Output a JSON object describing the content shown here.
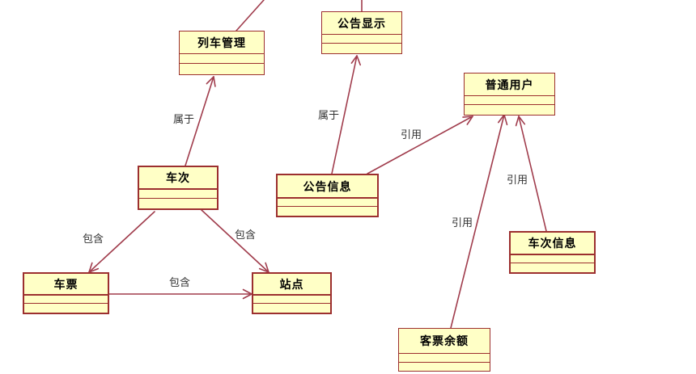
{
  "diagram": {
    "classes": {
      "train_management": "列车管理",
      "notice_display": "公告显示",
      "regular_user": "普通用户",
      "train_trip": "车次",
      "notice_info": "公告信息",
      "trip_info": "车次信息",
      "ticket": "车票",
      "station": "站点",
      "ticket_remaining": "客票余额"
    },
    "relations": {
      "trip_belongs_to_train_mgmt": "属于",
      "notice_belongs_to_display": "属于",
      "notice_references_user": "引用",
      "trip_info_references_user": "引用",
      "remaining_references_user": "引用",
      "trip_contains_ticket": "包含",
      "trip_contains_station": "包含",
      "ticket_contains_station": "包含"
    },
    "colors": {
      "class_fill": "#ffffc6",
      "class_border": "#9c2f2f",
      "edge": "#a03c4c"
    }
  }
}
